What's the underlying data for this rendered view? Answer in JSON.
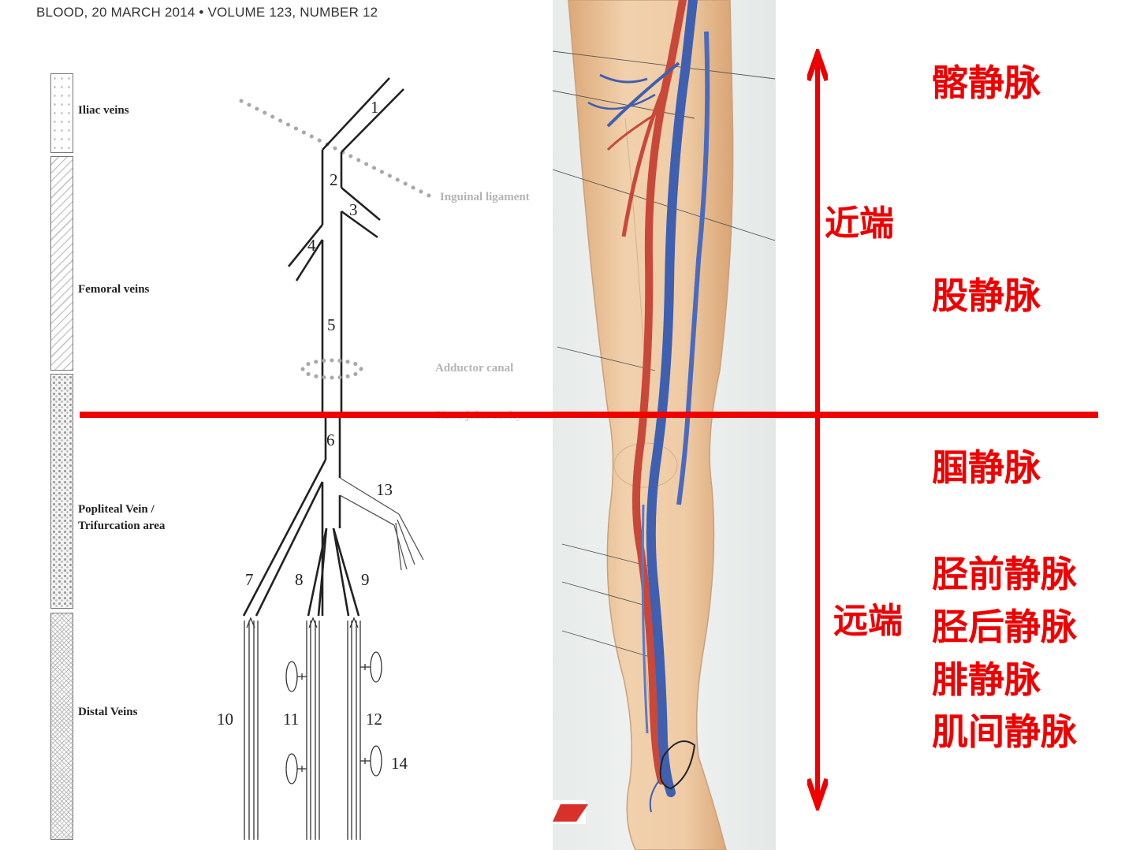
{
  "header": {
    "journal_line": "BLOOD, 20 MARCH 2014 • VOLUME 123, NUMBER 12"
  },
  "diagram_zones": [
    {
      "name": "Iliac veins",
      "pattern": "dots"
    },
    {
      "name": "Femoral veins",
      "pattern": "hatch"
    },
    {
      "name": "Popliteal Vein / Trifurcation area",
      "pattern": "dense-dots"
    },
    {
      "name": "Distal Veins",
      "pattern": "crosshatch"
    }
  ],
  "landmarks": {
    "inguinal": "Inguinal ligament",
    "adductor": "Adductor canal",
    "knee": "Knee joint cavity"
  },
  "vein_numbers": [
    "1",
    "2",
    "3",
    "4",
    "5",
    "6",
    "7",
    "8",
    "9",
    "10",
    "11",
    "12",
    "13",
    "14"
  ],
  "annotations": {
    "proximal_label": "近端",
    "distal_label": "远端",
    "iliac_vein": "髂静脉",
    "femoral_vein": "股静脉",
    "popliteal_vein": "腘静脉",
    "distal_veins": [
      "胫前静脉",
      "胫后静脉",
      "腓静脉",
      "肌间静脉"
    ]
  },
  "colors": {
    "annotation_red": "#ee0000",
    "artery_red": "#c8483a",
    "vein_blue": "#3f5fb0",
    "skin": "#e9bf95"
  },
  "icons": {
    "updown_arrow": "double-headed-arrow-icon",
    "leg_photo": "leg-anatomy-photo"
  }
}
